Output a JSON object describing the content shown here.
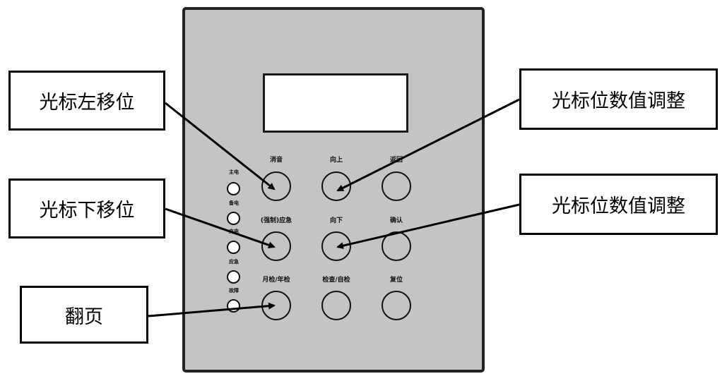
{
  "callouts": {
    "cursor_left": "光标左移位",
    "cursor_down": "光标下移位",
    "page_turn": "翻页",
    "value_adjust_1": "光标位数值调整",
    "value_adjust_2": "光标位数值调整"
  },
  "buttons": {
    "row1": {
      "left": "消音",
      "middle": "向上",
      "right": "返回"
    },
    "row2": {
      "left": "(强制)应急",
      "middle": "向下",
      "right": "确认"
    },
    "row3": {
      "left": "月检/年检",
      "middle": "检查/自检",
      "right": "复位"
    }
  },
  "indicators": {
    "main_power": "主电",
    "backup_power": "备电",
    "charge": "充电",
    "emergency": "应急",
    "fault": "故障"
  }
}
